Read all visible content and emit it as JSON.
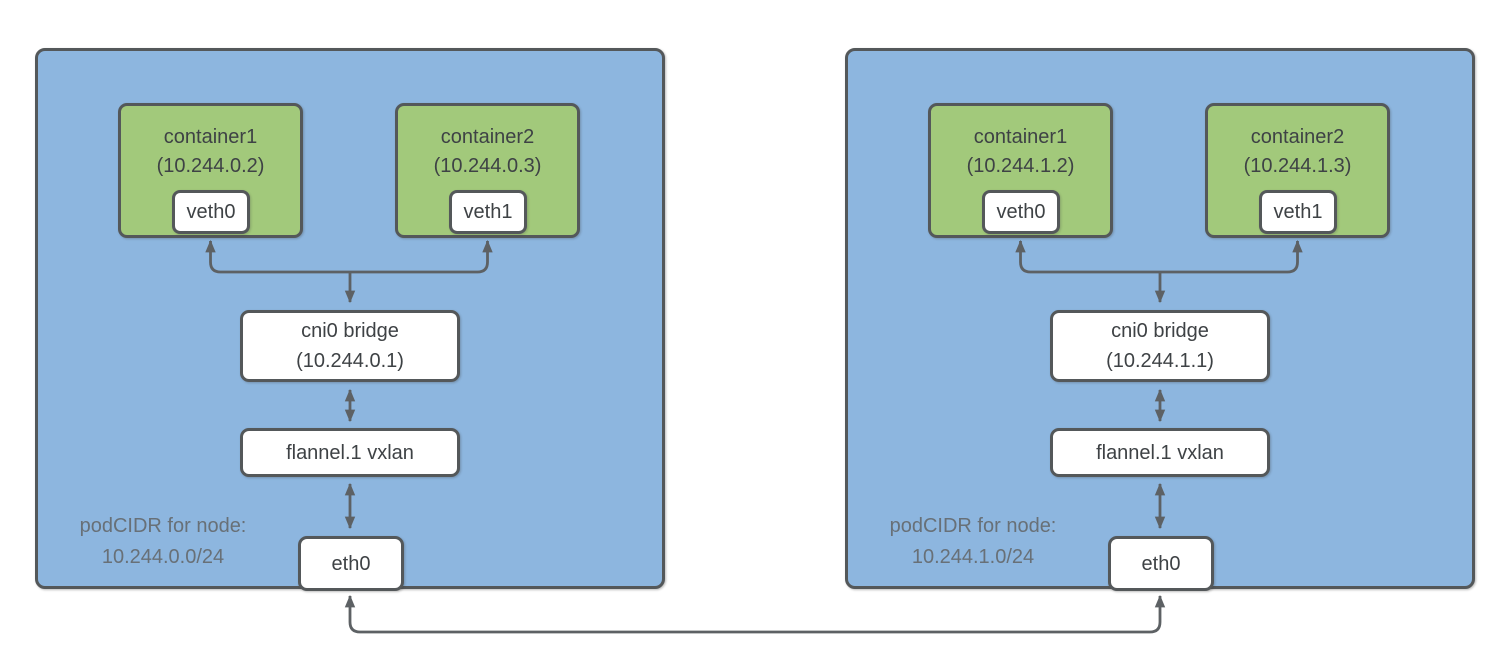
{
  "colors": {
    "node_fill": "#8db6df",
    "container_fill": "#a2c97b",
    "box_fill": "#ffffff",
    "shape_border": "#54585a",
    "arrow": "#5d6164",
    "text": "#3e4245",
    "podcidr_text": "#687077"
  },
  "nodes": [
    {
      "podcidr": {
        "line1": "podCIDR for node:",
        "line2": "10.244.0.0/24"
      },
      "containers": [
        {
          "name": "container1",
          "ip": "(10.244.0.2)",
          "iface": "veth0"
        },
        {
          "name": "container2",
          "ip": "(10.244.0.3)",
          "iface": "veth1"
        }
      ],
      "bridge": {
        "name": "cni0 bridge",
        "ip": "(10.244.0.1)"
      },
      "vxlan": "flannel.1 vxlan",
      "nic": "eth0"
    },
    {
      "podcidr": {
        "line1": "podCIDR for node:",
        "line2": "10.244.1.0/24"
      },
      "containers": [
        {
          "name": "container1",
          "ip": "(10.244.1.2)",
          "iface": "veth0"
        },
        {
          "name": "container2",
          "ip": "(10.244.1.3)",
          "iface": "veth1"
        }
      ],
      "bridge": {
        "name": "cni0 bridge",
        "ip": "(10.244.1.1)"
      },
      "vxlan": "flannel.1 vxlan",
      "nic": "eth0"
    }
  ]
}
